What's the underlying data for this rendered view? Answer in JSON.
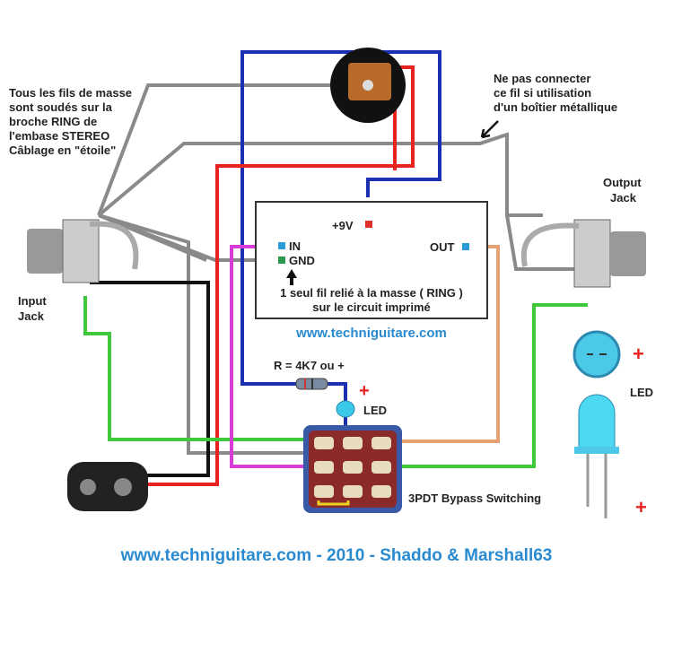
{
  "notes": {
    "ground_note": [
      "Tous les fils de masse",
      "sont soudés sur la",
      "broche  RING  de",
      "l'embase STEREO",
      "Câblage en \"étoile\""
    ],
    "metal_box_note": [
      "Ne pas connecter",
      "ce fil si utilisation",
      "d'un boîtier métallique"
    ],
    "pcb_note": [
      "1 seul fil relié à la masse ( RING )",
      "sur le circuit imprimé"
    ]
  },
  "labels": {
    "output_jack": [
      "Output",
      "Jack"
    ],
    "input_jack": [
      "Input",
      "Jack"
    ],
    "pcb_9v": "+9V",
    "pcb_in": "IN",
    "pcb_gnd": "GND",
    "pcb_out": "OUT",
    "resistor": "R = 4K7 ou +",
    "led": "LED",
    "led_plus": "+",
    "led_legend": "LED",
    "led_legend_plus_top": "+",
    "led_legend_plus_bottom": "+",
    "switch": "3PDT Bypass Switching"
  },
  "site_url": "www.techniguitare.com",
  "footer": "www.techniguitare.com - 2010 - Shaddo & Marshall63",
  "colors": {
    "blue_wire": "#1c2fb0",
    "red_wire": "#e8221e",
    "gray_wire": "#8a8a8a",
    "green_wire": "#3ec83a",
    "pink_wire": "#d83cd8",
    "orange_wire": "#e8a070",
    "black_wire": "#111111",
    "url_text": "#2a8ad0",
    "switch_body": "#8a2a2a"
  }
}
